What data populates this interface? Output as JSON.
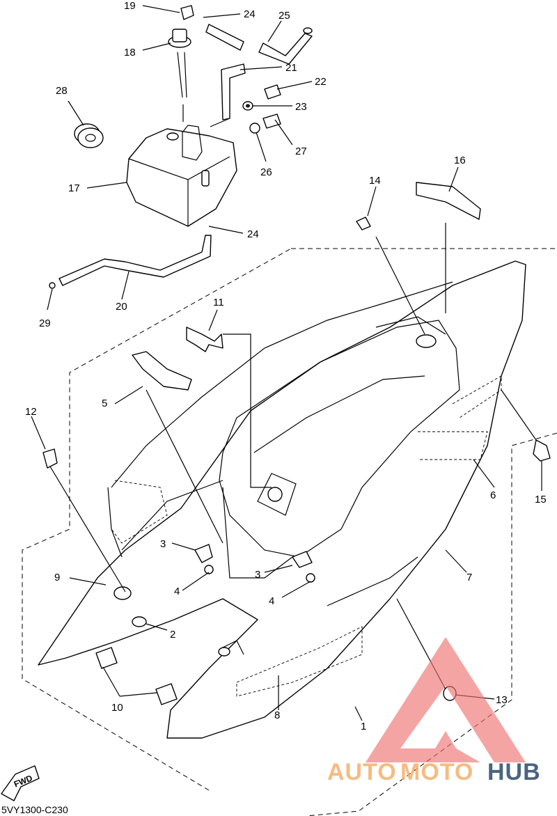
{
  "drawing_code": "5VY1300-C230",
  "fwd_label": "FWD",
  "watermark": {
    "part1": "AUTO",
    "part2": "MOTO",
    "part3": "HUB",
    "color_primary": "#f5b06a",
    "color_secondary": "#2b4a6a",
    "logo_color": "#f07070"
  },
  "callouts": [
    "19",
    "24",
    "25",
    "18",
    "21",
    "22",
    "28",
    "23",
    "27",
    "26",
    "17",
    "24",
    "16",
    "14",
    "20",
    "29",
    "11",
    "5",
    "12",
    "15",
    "6",
    "3",
    "9",
    "3",
    "7",
    "4",
    "4",
    "2",
    "13",
    "10",
    "8",
    "1"
  ]
}
